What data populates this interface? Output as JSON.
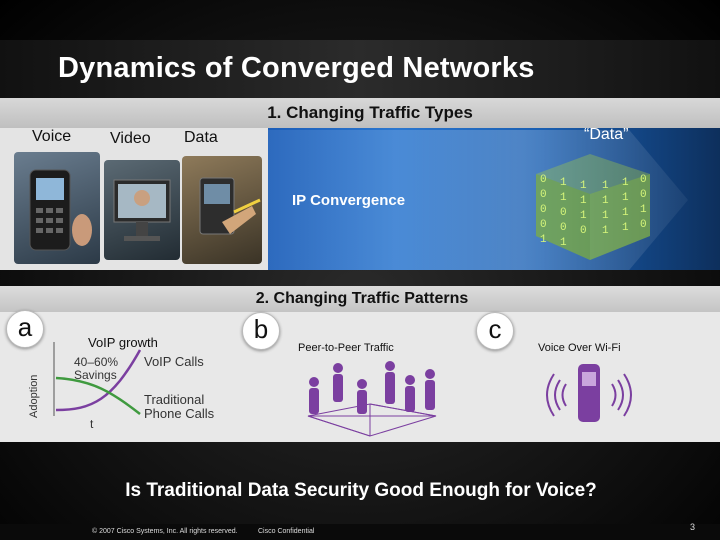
{
  "title": "Dynamics of Converged Networks",
  "section1": {
    "title": "1. Changing Traffic Types",
    "labels": {
      "voice": "Voice",
      "video": "Video",
      "data": "Data",
      "data_quoted": "“Data”"
    },
    "center_label": "IP Convergence",
    "binary_digits": [
      "0",
      "1",
      "1",
      "1",
      "1",
      "0",
      "0",
      "1",
      "1",
      "1",
      "1",
      "0",
      "0",
      "0",
      "1",
      "1",
      "1",
      "1",
      "0",
      "0",
      "0",
      "1",
      "1",
      "0",
      "1",
      "1"
    ]
  },
  "section2": {
    "title": "2. Changing Traffic Patterns",
    "panel_a": {
      "badge": "a",
      "heading": "VoIP growth",
      "axis_label": "Adoption",
      "savings": [
        "40–60%",
        "Savings"
      ],
      "series_voip": "VoIP Calls",
      "series_traditional": [
        "Traditional",
        "Phone Calls"
      ],
      "x_label": "t"
    },
    "panel_b": {
      "badge": "b",
      "label": "Peer-to-Peer Traffic"
    },
    "panel_c": {
      "badge": "c",
      "label": "Voice Over Wi-Fi"
    }
  },
  "question": "Is Traditional Data Security Good Enough for Voice?",
  "footer": {
    "copyright": "© 2007 Cisco Systems, Inc. All rights reserved.",
    "confidential": "Cisco Confidential",
    "page_number": "3"
  },
  "colors": {
    "accent_blue": "#1b5db8",
    "purple": "#7b3fa0",
    "background": "#000000"
  }
}
